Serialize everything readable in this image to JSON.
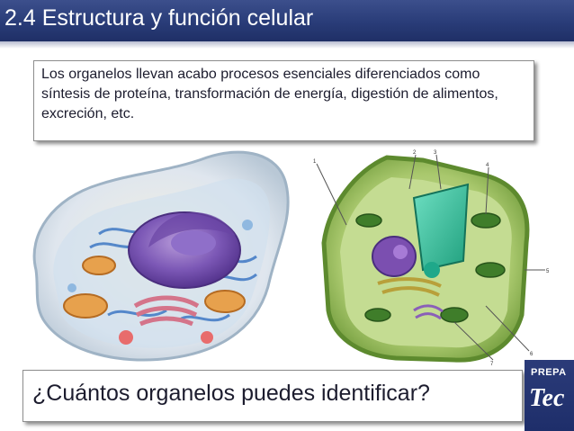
{
  "title": "2.4 Estructura y función celular",
  "info_text": "Los organelos llevan acabo procesos esenciales diferenciados como síntesis de proteína, transformación de energía, digestión de alimentos, excreción, etc.",
  "question_text": "¿Cuántos organelos puedes identificar?",
  "logo": {
    "top": "PREPA",
    "bottom": "Tec"
  },
  "plant_cell_labels": [
    "1",
    "2",
    "3",
    "4",
    "5",
    "6",
    "7"
  ],
  "colors": {
    "title_bar": "#293c78",
    "logo_bg": "#1e2e6a",
    "text": "#1c1c2e"
  }
}
